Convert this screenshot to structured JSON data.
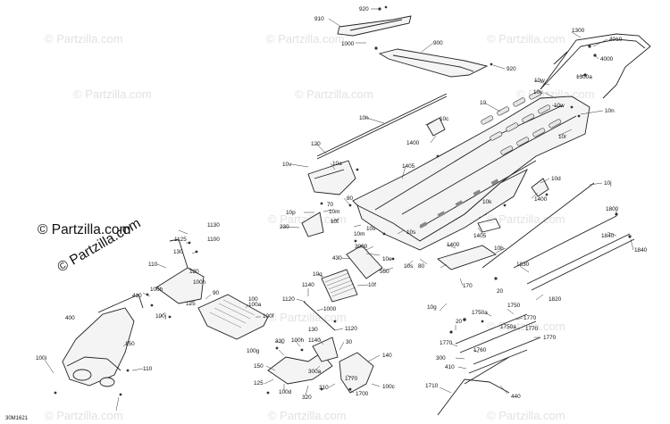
{
  "diagram": {
    "watermark": "© Partzilla.com",
    "reference": "30M1621",
    "labels": [
      {
        "id": "920a",
        "text": "920"
      },
      {
        "id": "910",
        "text": "910"
      },
      {
        "id": "1000",
        "text": "1000"
      },
      {
        "id": "900",
        "text": "900"
      },
      {
        "id": "920b",
        "text": "920"
      },
      {
        "id": "1300",
        "text": "1300"
      },
      {
        "id": "4010",
        "text": "4010"
      },
      {
        "id": "4000",
        "text": "4000"
      },
      {
        "id": "1300a",
        "text": "1300a"
      },
      {
        "id": "10w1",
        "text": "10w"
      },
      {
        "id": "10u",
        "text": "10u"
      },
      {
        "id": "10",
        "text": "10"
      },
      {
        "id": "10w2",
        "text": "10w"
      },
      {
        "id": "10n",
        "text": "10n"
      },
      {
        "id": "10h",
        "text": "10h"
      },
      {
        "id": "10c",
        "text": "10c"
      },
      {
        "id": "10r",
        "text": "10r"
      },
      {
        "id": "1400a",
        "text": "1400"
      },
      {
        "id": "120",
        "text": "120"
      },
      {
        "id": "10v",
        "text": "10v"
      },
      {
        "id": "10a",
        "text": "10a"
      },
      {
        "id": "1405a",
        "text": "1405"
      },
      {
        "id": "10d",
        "text": "10d"
      },
      {
        "id": "10j",
        "text": "10j"
      },
      {
        "id": "1400b",
        "text": "1400"
      },
      {
        "id": "10k",
        "text": "10k"
      },
      {
        "id": "80a",
        "text": "80"
      },
      {
        "id": "70",
        "text": "70"
      },
      {
        "id": "10p",
        "text": "10p"
      },
      {
        "id": "10m1",
        "text": "10m"
      },
      {
        "id": "230",
        "text": "230"
      },
      {
        "id": "10t",
        "text": "10t"
      },
      {
        "id": "1405b",
        "text": "1405"
      },
      {
        "id": "1130",
        "text": "1130"
      },
      {
        "id": "1125",
        "text": "1125"
      },
      {
        "id": "1100",
        "text": "1100"
      },
      {
        "id": "130a",
        "text": "130"
      },
      {
        "id": "10s1",
        "text": "10s"
      },
      {
        "id": "3000",
        "text": "3000"
      },
      {
        "id": "1400c",
        "text": "1400"
      },
      {
        "id": "10b",
        "text": "10b"
      },
      {
        "id": "1800",
        "text": "1800"
      },
      {
        "id": "1840a",
        "text": "1840"
      },
      {
        "id": "1840b",
        "text": "1840"
      },
      {
        "id": "10m2",
        "text": "10m"
      },
      {
        "id": "10s2",
        "text": "10s"
      },
      {
        "id": "80b",
        "text": "80"
      },
      {
        "id": "430",
        "text": "430"
      },
      {
        "id": "10e",
        "text": "10e"
      },
      {
        "id": "550",
        "text": "550"
      },
      {
        "id": "10s3",
        "text": "10s"
      },
      {
        "id": "110a",
        "text": "110"
      },
      {
        "id": "120b",
        "text": "120"
      },
      {
        "id": "100b",
        "text": "100b"
      },
      {
        "id": "100h",
        "text": "100h"
      },
      {
        "id": "1830",
        "text": "1830"
      },
      {
        "id": "10q",
        "text": "10q"
      },
      {
        "id": "170",
        "text": "170"
      },
      {
        "id": "410",
        "text": "410"
      },
      {
        "id": "90",
        "text": "90"
      },
      {
        "id": "1140",
        "text": "1140"
      },
      {
        "id": "10f",
        "text": "10f"
      },
      {
        "id": "1820",
        "text": "1820"
      },
      {
        "id": "20a",
        "text": "20"
      },
      {
        "id": "125a",
        "text": "125"
      },
      {
        "id": "100",
        "text": "100"
      },
      {
        "id": "100a",
        "text": "100a"
      },
      {
        "id": "1120a",
        "text": "1120"
      },
      {
        "id": "100j",
        "text": "100j"
      },
      {
        "id": "400",
        "text": "400"
      },
      {
        "id": "100f",
        "text": "100f"
      },
      {
        "id": "1000b",
        "text": "1000"
      },
      {
        "id": "10g",
        "text": "10g"
      },
      {
        "id": "1750",
        "text": "1750"
      },
      {
        "id": "1750a1",
        "text": "1750a"
      },
      {
        "id": "1770a",
        "text": "1770"
      },
      {
        "id": "20b",
        "text": "20"
      },
      {
        "id": "1750a2",
        "text": "1750a"
      },
      {
        "id": "1120b",
        "text": "1120"
      },
      {
        "id": "130b",
        "text": "130"
      },
      {
        "id": "1770b",
        "text": "1770"
      },
      {
        "id": "150",
        "text": "150"
      },
      {
        "id": "330",
        "text": "330"
      },
      {
        "id": "100h2",
        "text": "100h"
      },
      {
        "id": "1140b",
        "text": "1140"
      },
      {
        "id": "30",
        "text": "30"
      },
      {
        "id": "100g",
        "text": "100g"
      },
      {
        "id": "1770c",
        "text": "1770"
      },
      {
        "id": "1770d",
        "text": "1770"
      },
      {
        "id": "1760",
        "text": "1760"
      },
      {
        "id": "300",
        "text": "300"
      },
      {
        "id": "140",
        "text": "140"
      },
      {
        "id": "100i",
        "text": "100i"
      },
      {
        "id": "150b",
        "text": "150"
      },
      {
        "id": "110b",
        "text": "110"
      },
      {
        "id": "300a",
        "text": "300a"
      },
      {
        "id": "1770e",
        "text": "1770"
      },
      {
        "id": "410b",
        "text": "410"
      },
      {
        "id": "125b",
        "text": "125"
      },
      {
        "id": "310",
        "text": "310"
      },
      {
        "id": "100c",
        "text": "100c"
      },
      {
        "id": "100d",
        "text": "100d"
      },
      {
        "id": "320",
        "text": "320"
      },
      {
        "id": "1700",
        "text": "1700"
      },
      {
        "id": "1710",
        "text": "1710"
      },
      {
        "id": "440",
        "text": "440"
      }
    ]
  }
}
